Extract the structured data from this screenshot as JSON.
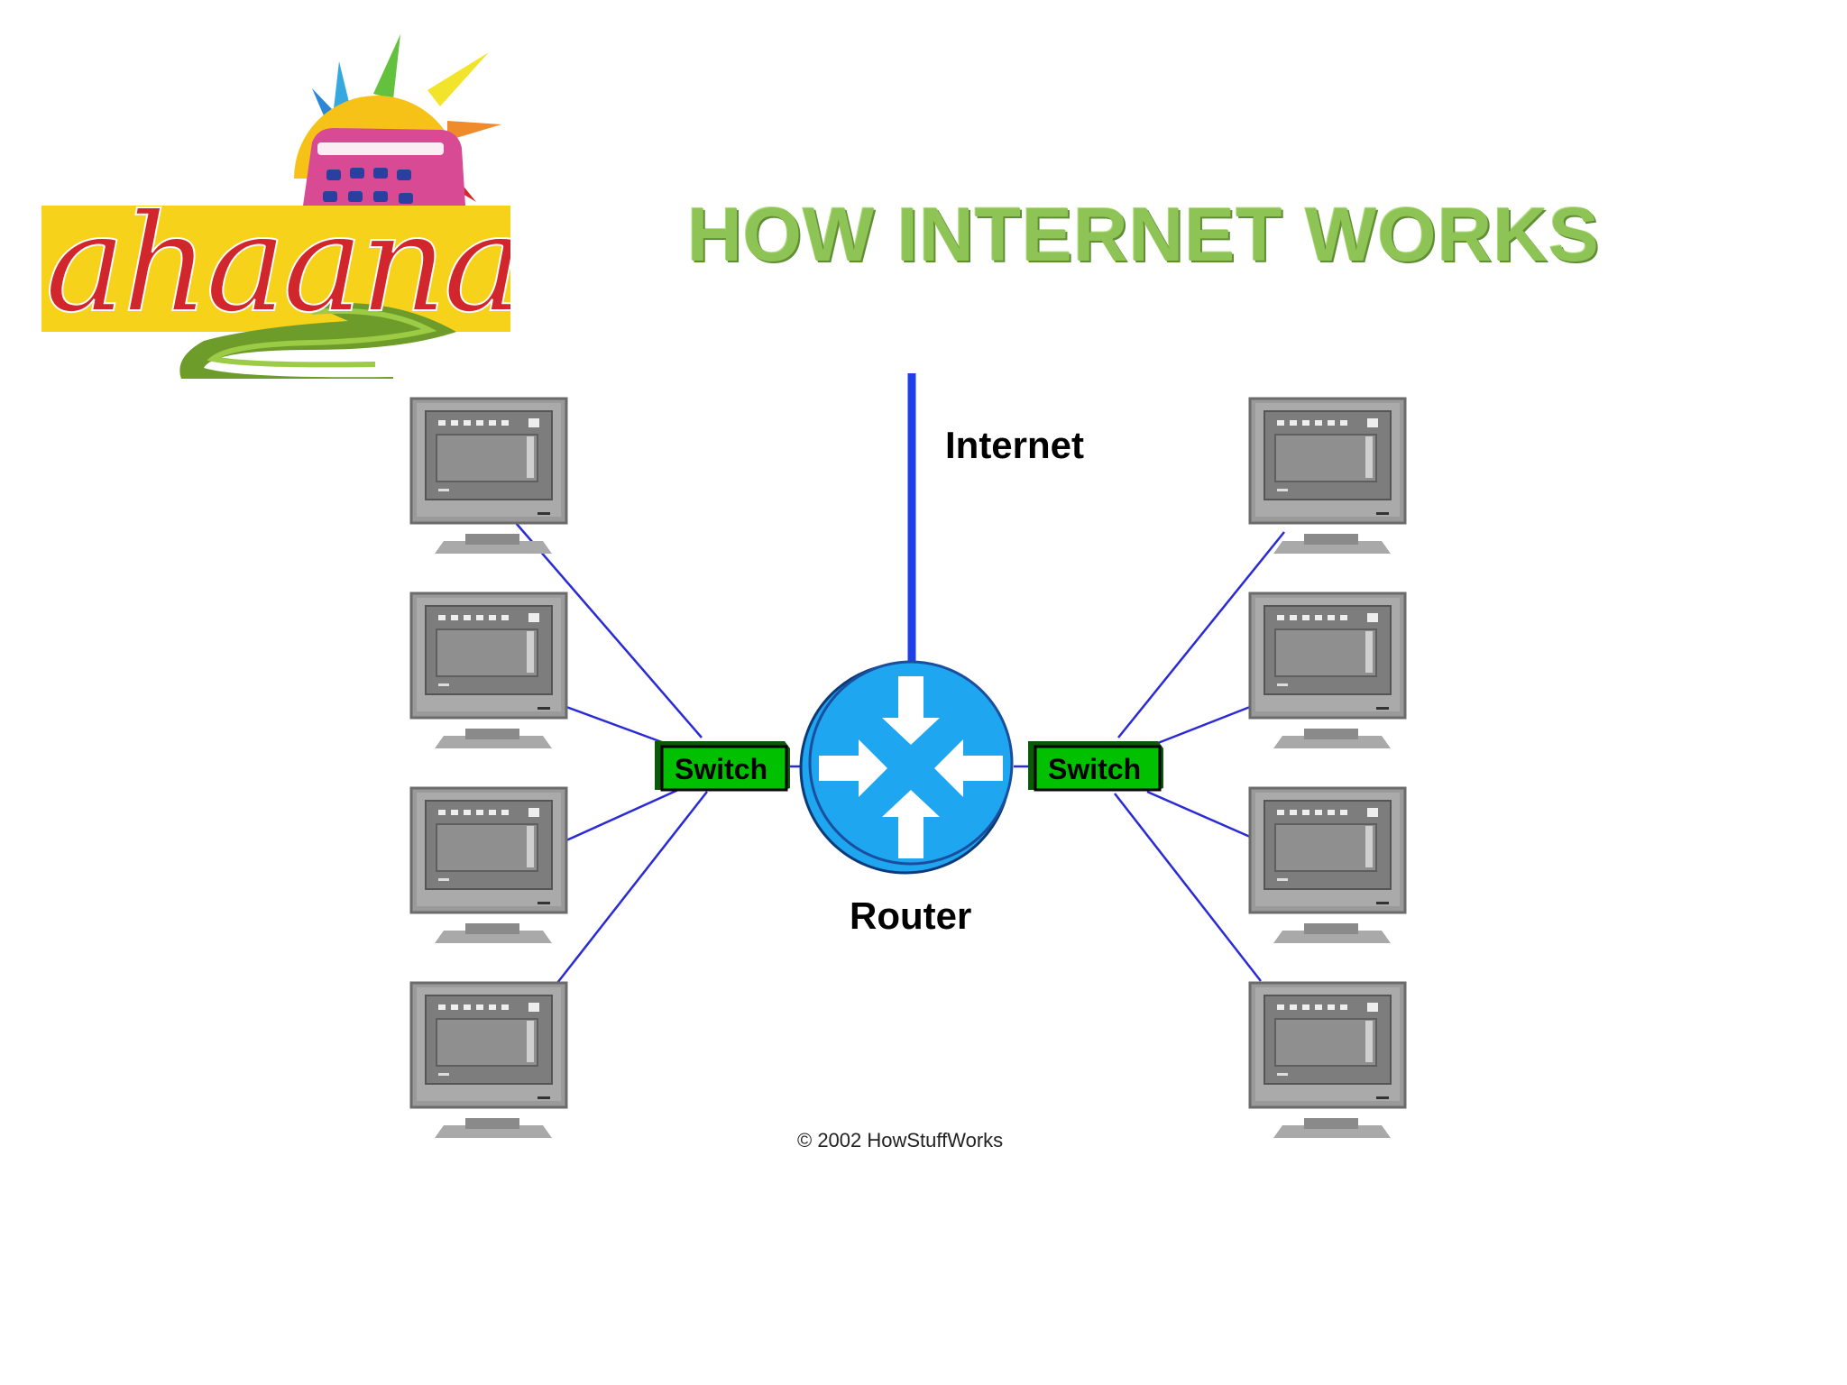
{
  "slide": {
    "title": "HOW INTERNET WORKS",
    "logo_text": "ahaana"
  },
  "diagram": {
    "internet_label": "Internet",
    "router_label": "Router",
    "switch_left_label": "Switch",
    "switch_right_label": "Switch",
    "copyright": "© 2002 HowStuffWorks",
    "left_computers": [
      "computer",
      "computer",
      "computer",
      "computer"
    ],
    "right_computers": [
      "computer",
      "computer",
      "computer",
      "computer"
    ]
  },
  "colors": {
    "title": "#8dc455",
    "internet_line": "#1f3fe6",
    "link_line": "#2a2ad6",
    "router_fill": "#1ea6f0",
    "switch_fill": "#00c000",
    "computer_gray": "#8a8a8a",
    "logo_band": "#f7d21b",
    "logo_text": "#d0262c"
  }
}
